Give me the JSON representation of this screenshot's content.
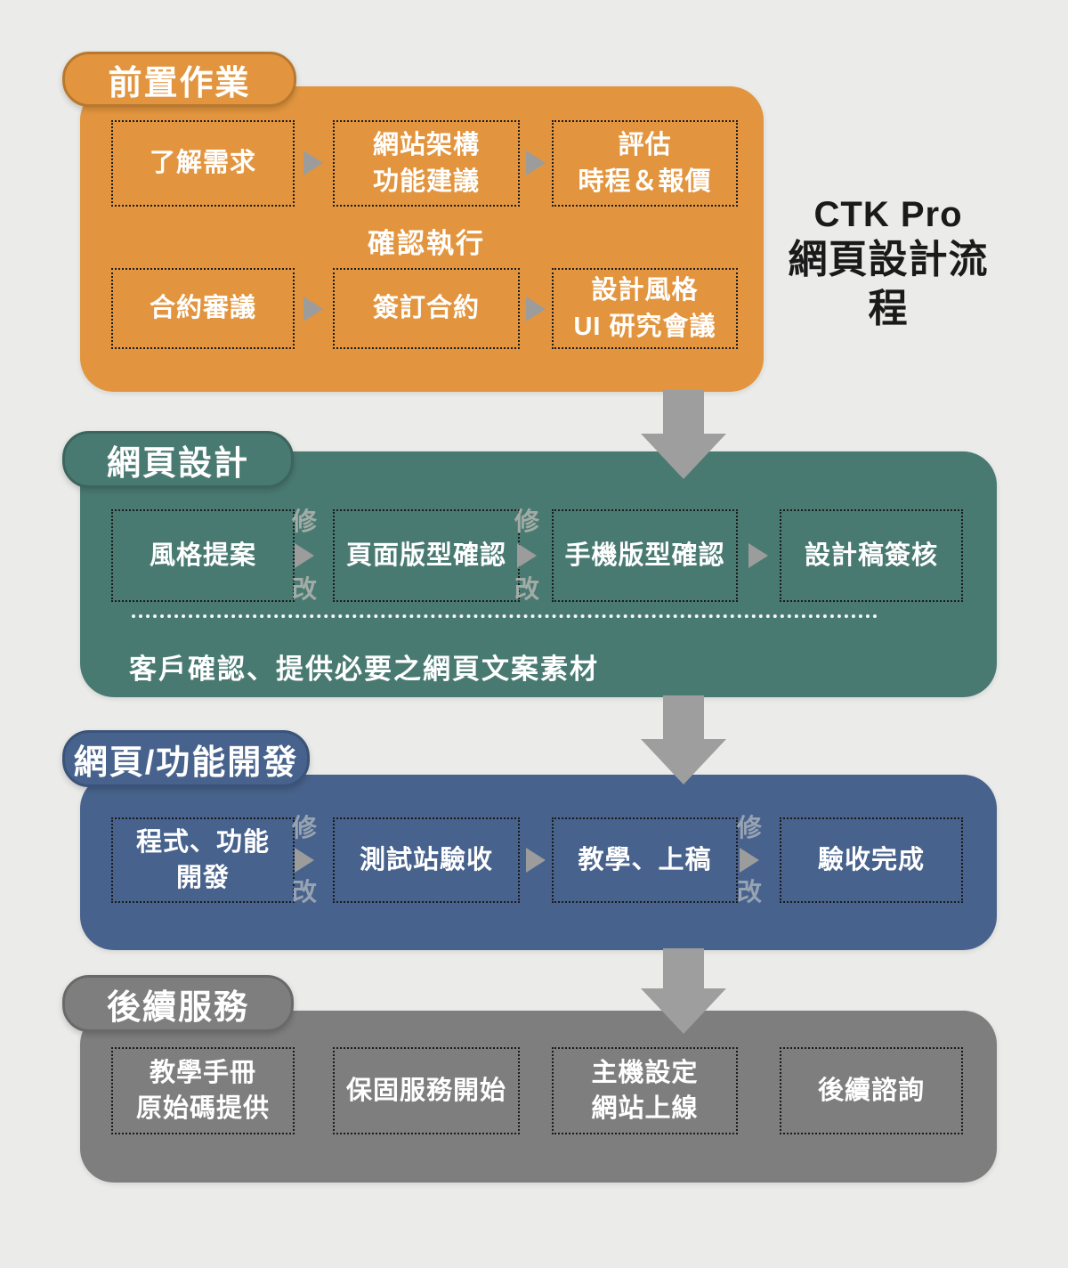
{
  "page": {
    "background": "#EBEBE9"
  },
  "palette": {
    "orange": "#E2953E",
    "orange_border": "#B8792E",
    "teal": "#497A72",
    "teal_border": "#3C655E",
    "blue": "#47628C",
    "blue_border": "#3A5378",
    "gray": "#7E7E7E",
    "gray_border": "#696969",
    "arrow_gray": "#9E9E9E",
    "title_color": "#1A1A1A",
    "box_text": "#FFFFFF"
  },
  "title": {
    "line1": "CTK Pro",
    "line2": "網頁設計流程"
  },
  "modify": {
    "top": "修",
    "bottom": "改"
  },
  "sections": {
    "prep": {
      "badge": "前置作業",
      "note": "確認執行",
      "row1": {
        "box1": "了解需求",
        "box2": "網站架構\n功能建議",
        "box3": "評估\n時程＆報價"
      },
      "row2": {
        "box1": "合約審議",
        "box2": "簽訂合約",
        "box3": "設計風格\nUI 研究會議"
      }
    },
    "design": {
      "badge": "網頁設計",
      "box1": "風格提案",
      "box2": "頁面版型確認",
      "box3": "手機版型確認",
      "box4": "設計稿簽核",
      "caption": "客戶確認、提供必要之網頁文案素材"
    },
    "dev": {
      "badge": "網頁/功能開發",
      "box1": "程式、功能\n開發",
      "box2": "測試站驗收",
      "box3": "教學、上稿",
      "box4": "驗收完成"
    },
    "after": {
      "badge": "後續服務",
      "box1": "教學手冊\n原始碼提供",
      "box2": "保固服務開始",
      "box3": "主機設定\n網站上線",
      "box4": "後續諮詢"
    }
  }
}
